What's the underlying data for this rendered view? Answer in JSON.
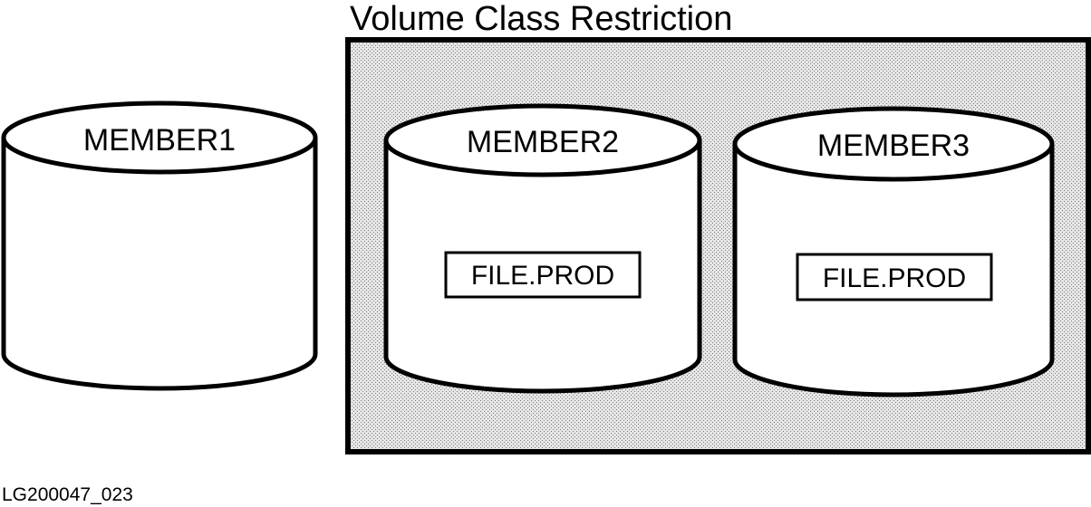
{
  "title": "Volume Class Restriction",
  "members": [
    {
      "name": "MEMBER1",
      "file": ""
    },
    {
      "name": "MEMBER2",
      "file": "FILE.PROD"
    },
    {
      "name": "MEMBER3",
      "file": "FILE.PROD"
    }
  ],
  "figure_id": "LG200047_023",
  "colors": {
    "stroke": "#000000",
    "fill": "#ffffff",
    "stipple_dot": "#7a7a7a",
    "stipple_bg": "#e6e6e6"
  }
}
